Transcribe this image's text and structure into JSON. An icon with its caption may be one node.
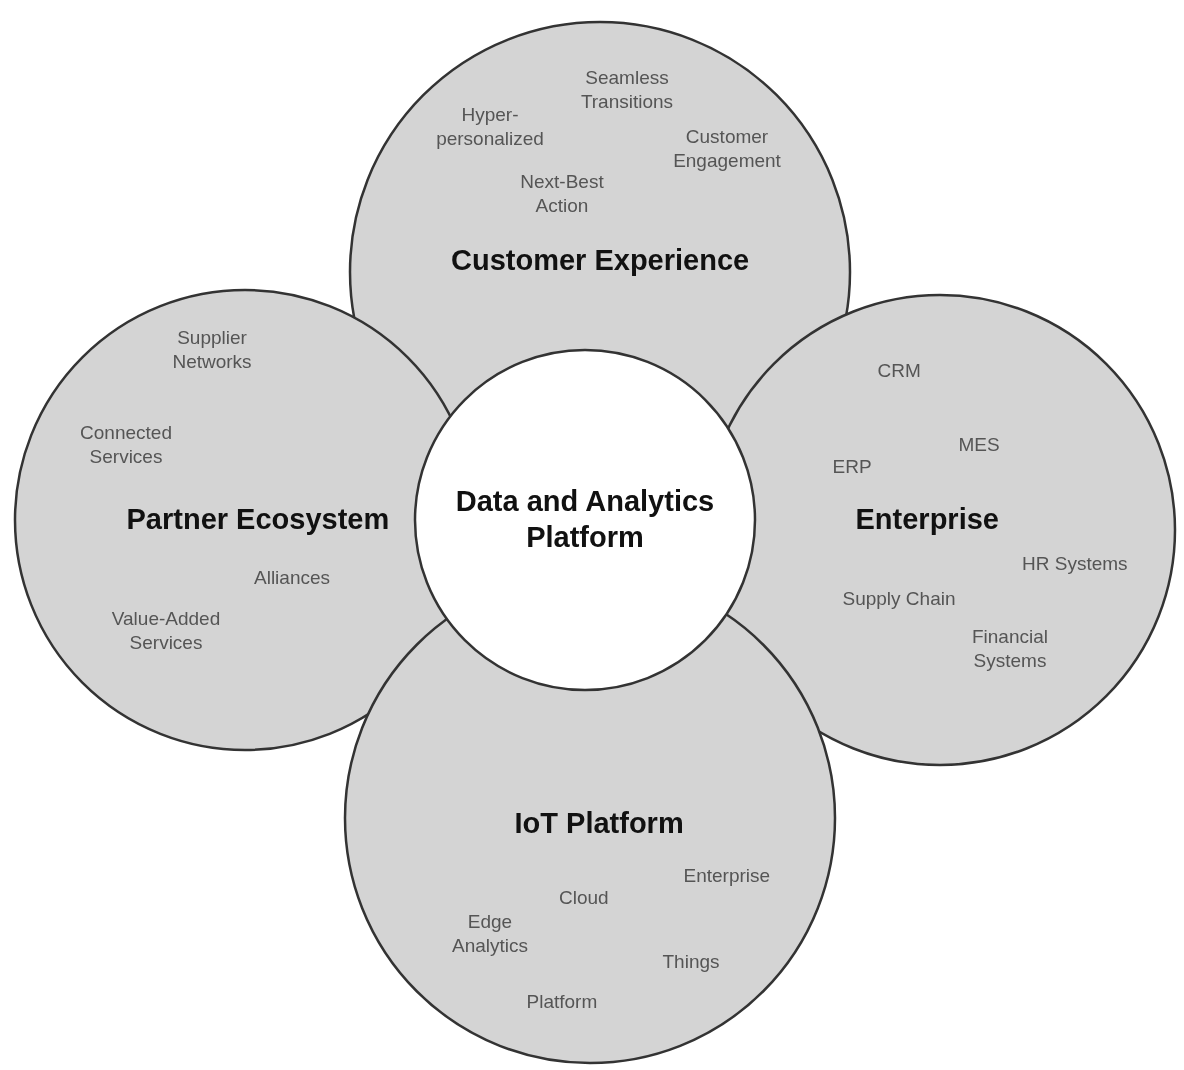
{
  "diagram": {
    "nodes": [
      {
        "text": [
          "Seamless Transitions",
          "Hyper-personalized",
          "Customer Engagement",
          "Next-Best Action",
          "Customer Experience"
        ]
      },
      {
        "text": [
          "Partner Ecosystem",
          "Supplier Networks",
          "Connected Services",
          "Alliances",
          "Value-Added Services"
        ]
      },
      {
        "text": [
          "Data and Analytics Platform"
        ]
      },
      {
        "text": [
          "Enterprise",
          "CRM",
          "MES",
          "ERP",
          "HR Systems",
          "Supply Chain",
          "Financial Systems"
        ]
      },
      {
        "text": [
          "IoT Platform",
          "Enterprise",
          "Cloud",
          "Edge Analytics",
          "Things",
          "Platform"
        ]
      }
    ]
  }
}
